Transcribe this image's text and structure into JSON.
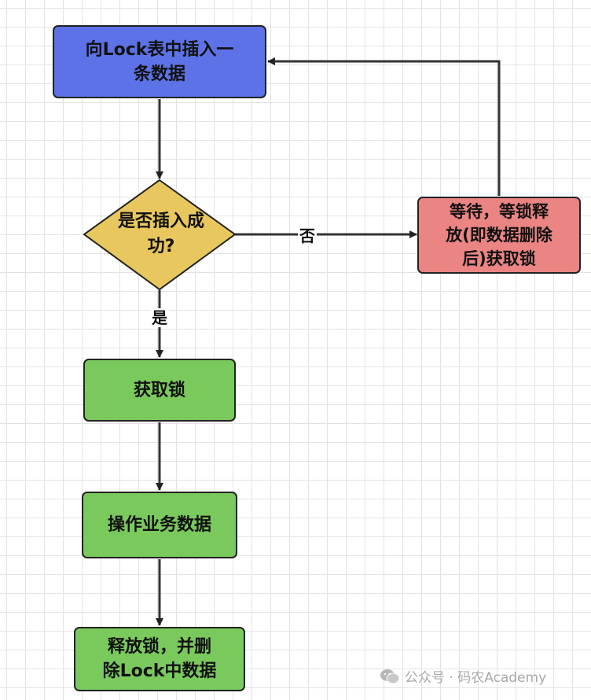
{
  "nodes": {
    "insert": [
      "向Lock表中插入一",
      "条数据"
    ],
    "decision": [
      "是否插入成",
      "功?"
    ],
    "wait": [
      "等待，等锁释",
      "放(即数据删除",
      "后)获取锁"
    ],
    "get_lock": [
      "获取锁"
    ],
    "operate": [
      "操作业务数据"
    ],
    "release": [
      "释放锁，并删",
      "除Lock中数据"
    ]
  },
  "edges": {
    "no_label": "否",
    "yes_label": "是"
  },
  "watermark": {
    "text": "公众号 · 码农Academy",
    "icon": "wechat-icon"
  },
  "colors": {
    "insert_fill": "#5c72e6",
    "decision_fill": "#e8c75e",
    "wait_fill": "#ea8583",
    "process_fill": "#7ac95d",
    "stroke": "#222222"
  }
}
